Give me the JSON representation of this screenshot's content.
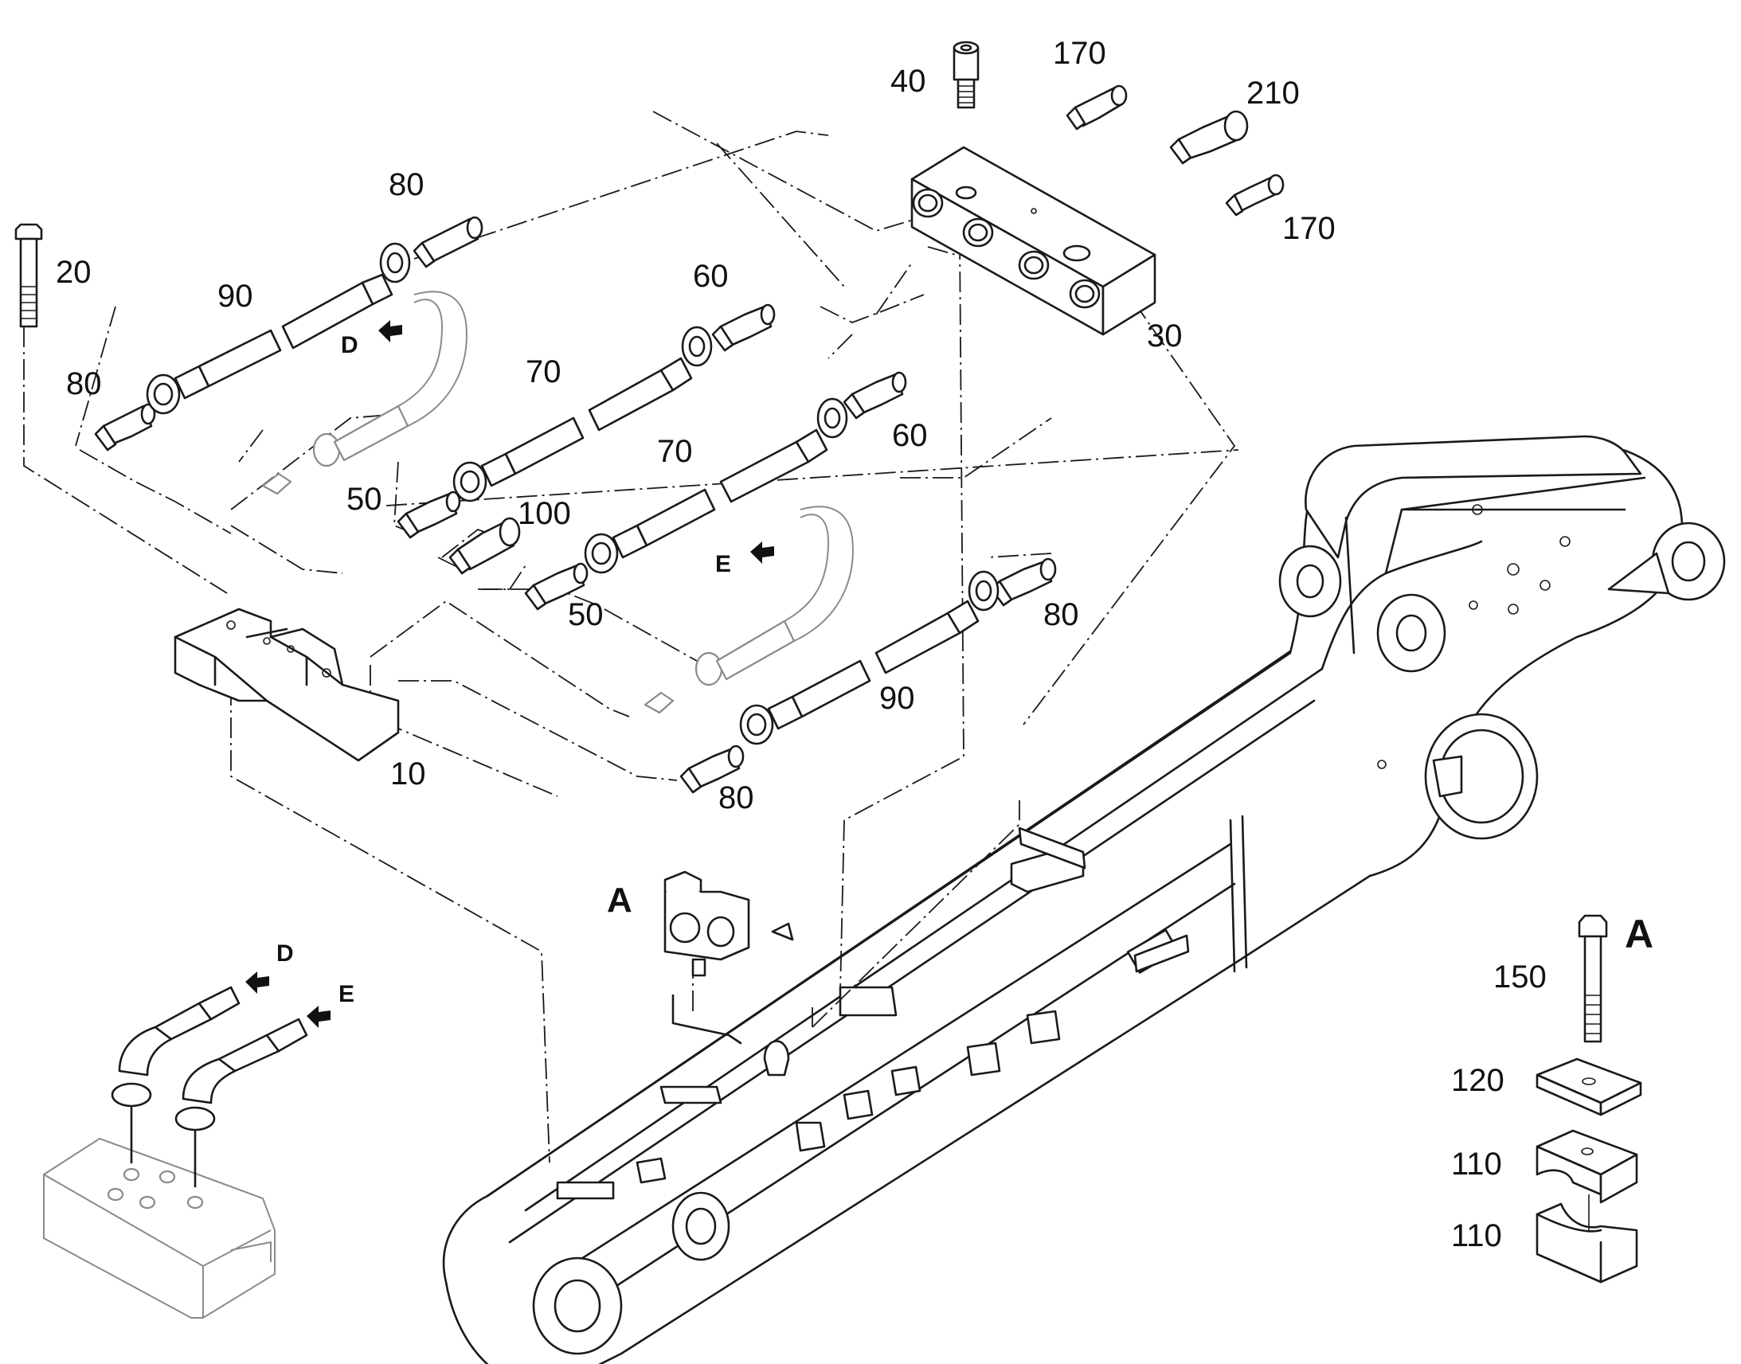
{
  "callouts": {
    "c10": "10",
    "c20": "20",
    "c30": "30",
    "c40": "40",
    "c50a": "50",
    "c50b": "50",
    "c60a": "60",
    "c60b": "60",
    "c70a": "70",
    "c70b": "70",
    "c80a": "80",
    "c80b": "80",
    "c80c": "80",
    "c80d": "80",
    "c90a": "90",
    "c90b": "90",
    "c100": "100",
    "c110a": "110",
    "c110b": "110",
    "c120": "120",
    "c150": "150",
    "c170a": "170",
    "c170b": "170",
    "c210": "210"
  },
  "detail_refs": {
    "d1": "D",
    "e1": "E",
    "d2": "D",
    "e2": "E",
    "a1": "A",
    "a2": "A"
  }
}
